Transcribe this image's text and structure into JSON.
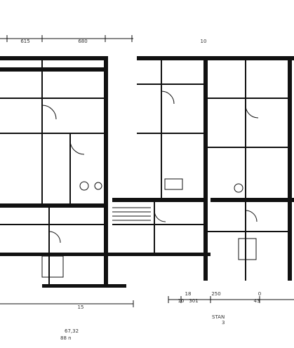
{
  "dimensions": {
    "top_left": "615",
    "top_mid": "680",
    "top_right": "10",
    "bottom_left": "15",
    "bottom_right_a": "18",
    "bottom_right_b": "250",
    "bottom_right_c": "0",
    "bottom_right_d": "10",
    "bottom_right_e": "301",
    "bottom_right_f": "43"
  },
  "captions": {
    "left_line_1": "67,32",
    "left_line_2": "88 n",
    "right_line_1": "STAN",
    "right_line_2": "3"
  },
  "colors": {
    "ink": "#111111",
    "paper": "#ffffff"
  }
}
